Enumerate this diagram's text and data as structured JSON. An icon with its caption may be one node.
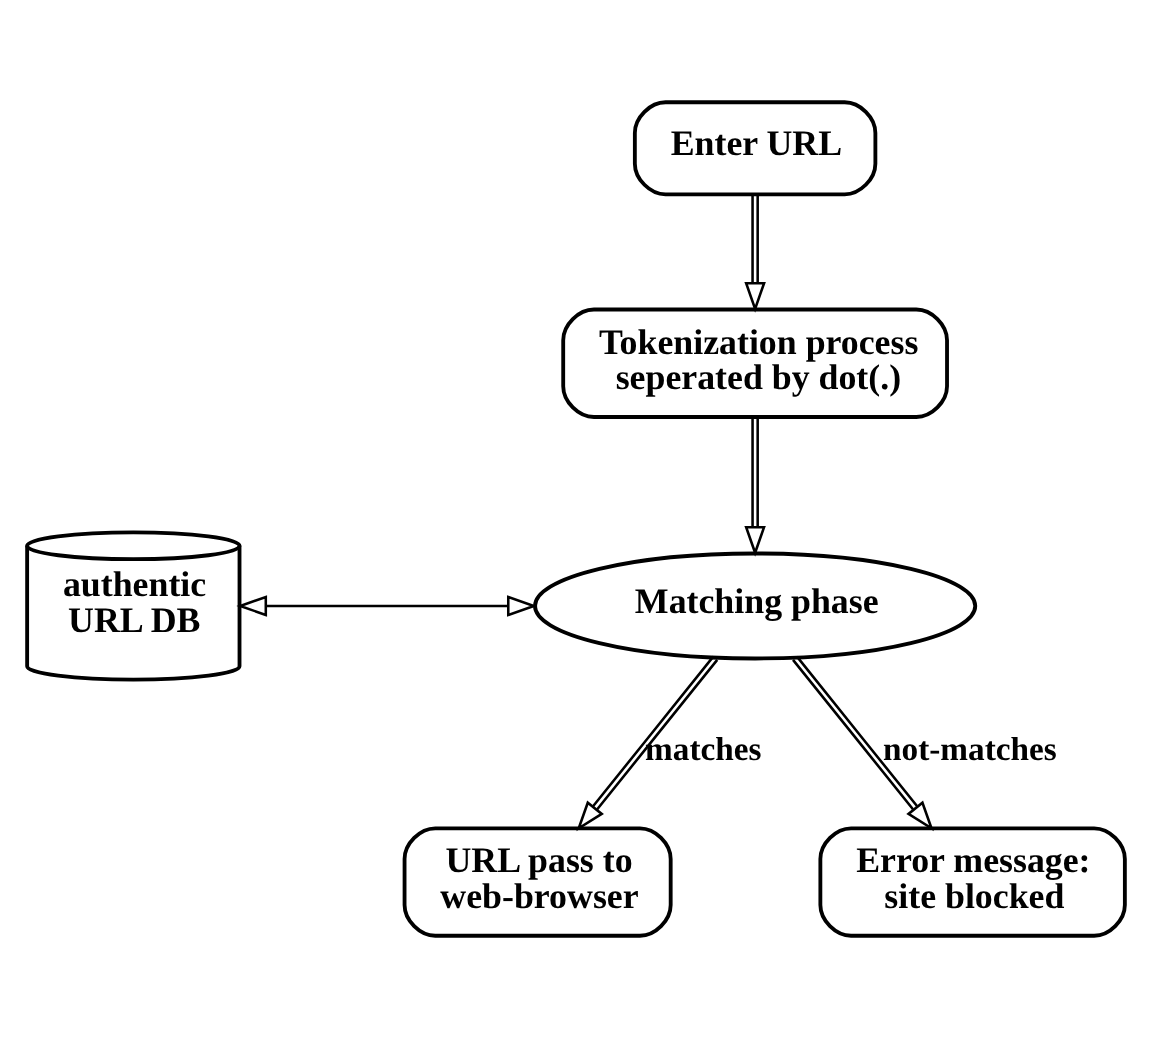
{
  "diagram": {
    "nodes": [
      {
        "text": [
          "Enter URL"
        ]
      },
      {
        "text": [
          "Tokenization process seperated by dot(.)"
        ]
      },
      {
        "text": [
          "authentic URL DB"
        ]
      },
      {
        "text": [
          "Matching phase"
        ]
      },
      {
        "text": [
          "URL pass to web-browser"
        ]
      },
      {
        "text": [
          "Error message: site blocked"
        ]
      }
    ],
    "edges": [
      {
        "from": 0,
        "to": 1,
        "arrow": "to"
      },
      {
        "from": 1,
        "to": 3,
        "arrow": "to"
      },
      {
        "from": 2,
        "to": 3,
        "arrow": "both"
      },
      {
        "from": 3,
        "to": 4,
        "arrow": "to",
        "label": "matches"
      },
      {
        "from": 3,
        "to": 5,
        "arrow": "to",
        "label": "not-matches"
      }
    ]
  }
}
